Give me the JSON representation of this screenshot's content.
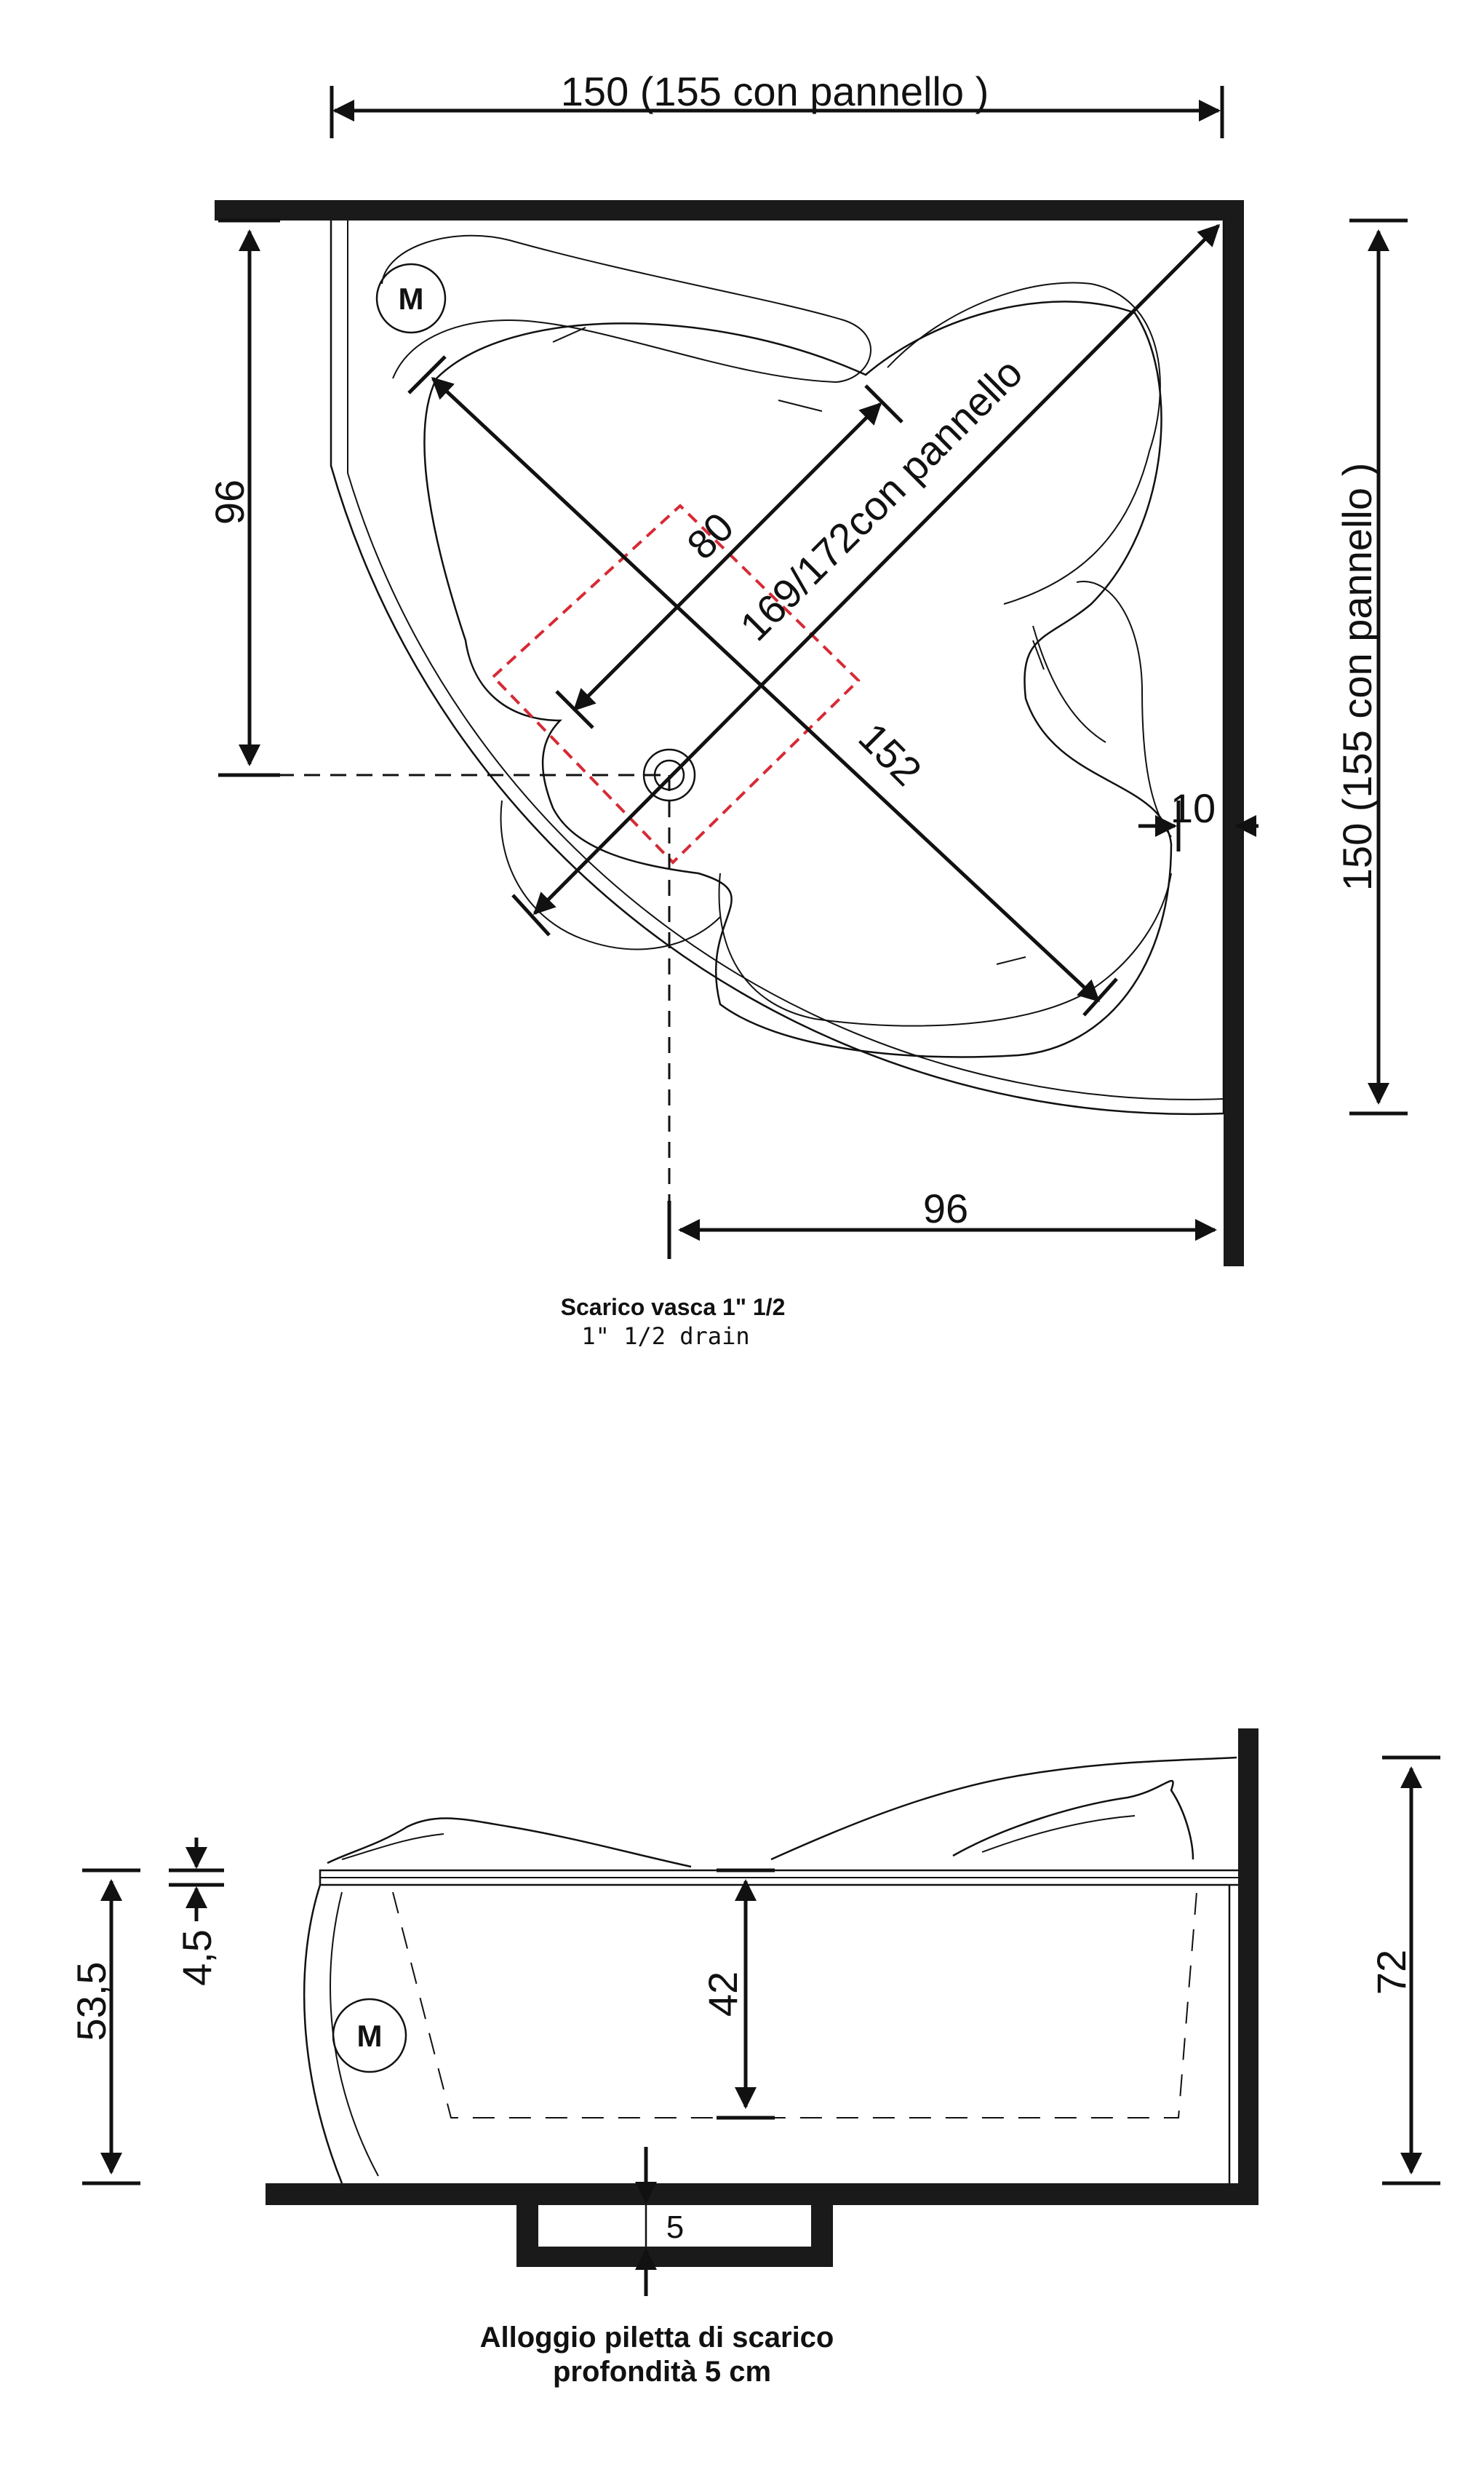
{
  "plan": {
    "top_width": "150 (155 con pannello )",
    "right_height": "150 (155 con pannello )",
    "left_depth": "96",
    "bottom_depth": "96",
    "diagonal": "169/172con pannello",
    "cross_length": "152",
    "seat_width": "80",
    "wall_gap": "10",
    "motor_mark": "M",
    "drain_title": "Scarico vasca 1\" 1/2",
    "drain_subtitle": "1\" 1/2  drain"
  },
  "elevation": {
    "height_total": "53,5",
    "rim": "4,5",
    "inner_depth": "42",
    "wall_height": "72",
    "recess": "5",
    "motor_mark": "M",
    "caption_line1": "Alloggio piletta di scarico",
    "caption_line2": "profondità 5 cm"
  },
  "colors": {
    "line": "#111111",
    "wall": "#1a1a1a",
    "drain_zone": "#d62a35"
  }
}
